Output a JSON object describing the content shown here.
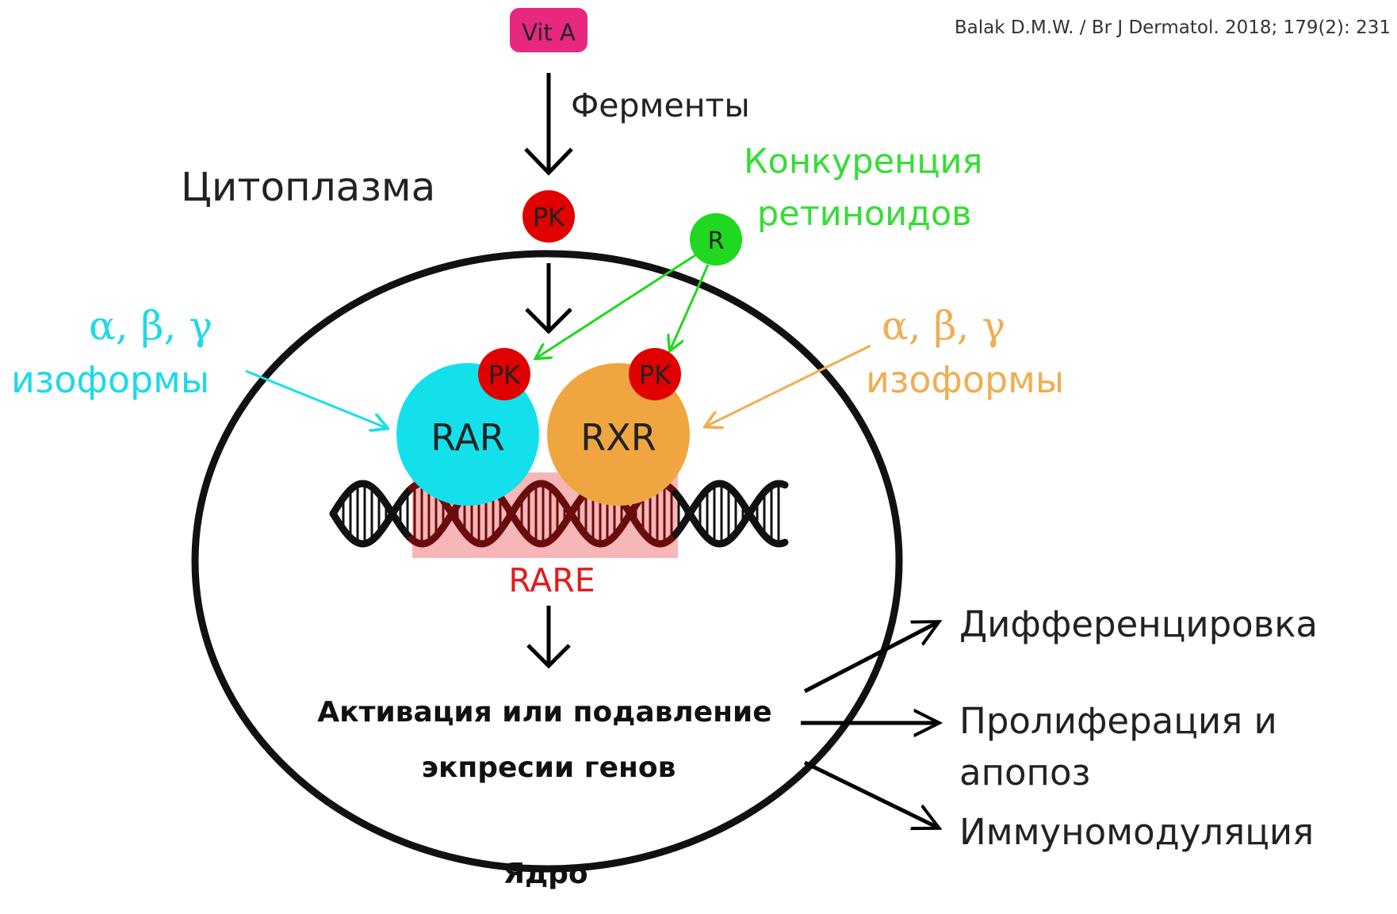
{
  "citation": "Balak D.M.W. / Br J Dermatol. 2018; 179(2): 231",
  "vit_a": "Vit A",
  "enzymes": "Ферменты",
  "cytoplasm": "Цитоплазма",
  "pk": "PK",
  "competition_line1": "Конкуренция",
  "competition_line2": "ретиноидов",
  "r": "R",
  "rar_isoforms_greek": "α, β, γ",
  "rar_isoforms_word": "изоформы",
  "rxr_isoforms_greek": "α, β, γ",
  "rxr_isoforms_word": "изоформы",
  "rar": "RAR",
  "rxr": "RXR",
  "rare": "RARE",
  "gene_line1": "Активация или подавление",
  "gene_line2": "экпресии генов",
  "nucleus": "Ядро",
  "effect_1": "Дифференцировка",
  "effect_2_line1": "Пролиферация и",
  "effect_2_line2": "апопоз",
  "effect_3": "Иммуномодуляция",
  "colors": {
    "vit_a_box": "#e8277f",
    "pk_red": "#e00000",
    "r_green": "#1fd81f",
    "rar_cyan": "#14e0ec",
    "rxr_orange": "#f0a640",
    "rare_pink": "#f7b6b8",
    "rare_text": "#e21b1b",
    "cyan_text": "#1ed9e8",
    "orange_text": "#efae52",
    "green_text": "#35dd35",
    "dna_dark": "#111111",
    "dna_red": "#6b0c0c"
  }
}
